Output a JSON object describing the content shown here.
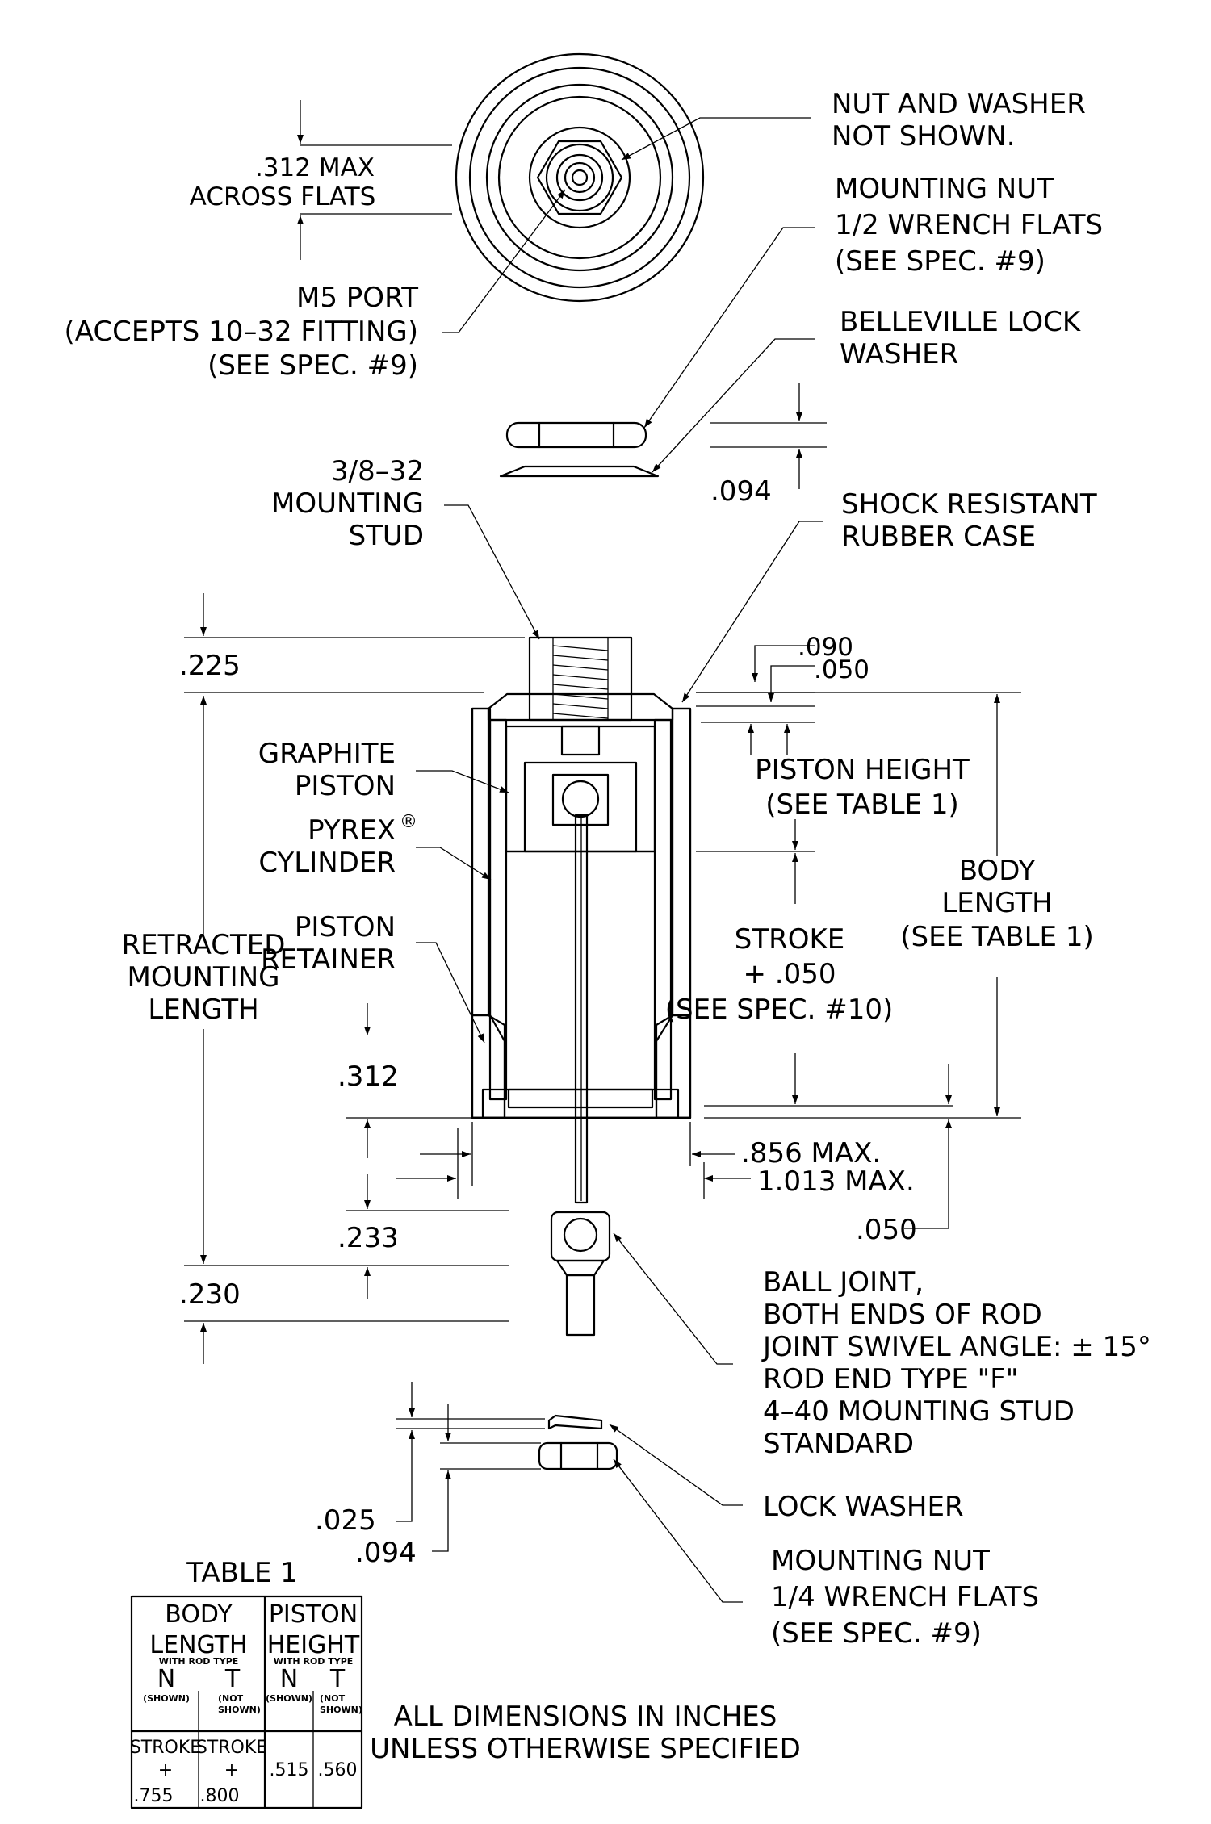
{
  "labels": {
    "nut_washer_1": "NUT AND WASHER",
    "nut_washer_2": "NOT SHOWN.",
    "across_flats_1": ".312 MAX",
    "across_flats_2": "ACROSS FLATS",
    "mounting_nut_top_1": "MOUNTING NUT",
    "mounting_nut_top_2": "1/2 WRENCH FLATS",
    "mounting_nut_top_3": "(SEE SPEC. #9)",
    "m5_port_1": "M5 PORT",
    "m5_port_2": "(ACCEPTS 10–32 FITTING)",
    "m5_port_3": "(SEE SPEC. #9)",
    "belleville_1": "BELLEVILLE LOCK",
    "belleville_2": "WASHER",
    "dim_094_top": ".094",
    "stud_1": "3/8–32",
    "stud_2": "MOUNTING",
    "stud_3": "STUD",
    "rubber_case_1": "SHOCK RESISTANT",
    "rubber_case_2": "RUBBER CASE",
    "dim_225": ".225",
    "dim_090": ".090",
    "dim_050_top": ".050",
    "graphite_1": "GRAPHITE",
    "graphite_2": "PISTON",
    "piston_height_1": "PISTON HEIGHT",
    "piston_height_2": "(SEE TABLE 1)",
    "pyrex_1": "PYREX",
    "pyrex_reg": "®",
    "pyrex_2": "CYLINDER",
    "body_length_1": "BODY",
    "body_length_2": "LENGTH",
    "body_length_3": "(SEE TABLE 1)",
    "retainer_1": "PISTON",
    "retainer_2": "RETAINER",
    "retracted_1": "RETRACTED",
    "retracted_2": "MOUNTING",
    "retracted_3": "LENGTH",
    "stroke_1": "STROKE",
    "stroke_2": "+ .050",
    "stroke_3": "(SEE SPEC. #10)",
    "dim_312": ".312",
    "dim_856": ".856 MAX.",
    "dim_1013": "1.013 MAX.",
    "dim_050_bottom": ".050",
    "dim_233": ".233",
    "dim_230": ".230",
    "ball_1": "BALL JOINT,",
    "ball_2": "BOTH ENDS OF ROD",
    "ball_3": "JOINT SWIVEL ANGLE: ± 15°",
    "ball_4": "ROD END TYPE \"F\"",
    "ball_5": "4–40 MOUNTING STUD",
    "ball_6": "STANDARD",
    "lock_washer": "LOCK WASHER",
    "dim_025": ".025",
    "dim_094_bottom": ".094",
    "mounting_nut_bot_1": "MOUNTING NUT",
    "mounting_nut_bot_2": "1/4 WRENCH FLATS",
    "mounting_nut_bot_3": "(SEE SPEC. #9)",
    "note_1": "ALL DIMENSIONS IN INCHES",
    "note_2": "UNLESS OTHERWISE SPECIFIED"
  },
  "table": {
    "title": "TABLE 1",
    "col1_h1": "BODY",
    "col1_h2": "LENGTH",
    "col2_h1": "PISTON",
    "col2_h2": "HEIGHT",
    "sub_rod_type_1": "WITH ROD TYPE",
    "sub_rod_type_2": "WITH ROD TYPE",
    "n_1": "N",
    "t_1": "T",
    "n_2": "N",
    "t_2": "T",
    "shown_1": "(SHOWN)",
    "not_1": "(NOT",
    "shown_1b": "SHOWN)",
    "shown_2": "(SHOWN)",
    "not_2": "(NOT",
    "shown_2b": "SHOWN)",
    "body_n_1": "STROKE",
    "body_n_2": "+",
    "body_n_3": ".755",
    "body_t_1": "STROKE",
    "body_t_2": "+",
    "body_t_3": ".800",
    "piston_n": ".515",
    "piston_t": ".560"
  }
}
